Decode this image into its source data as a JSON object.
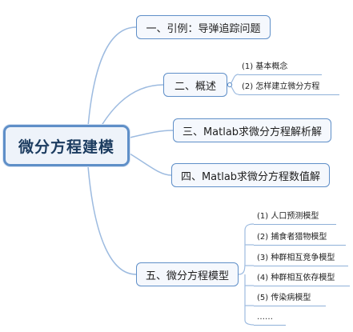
{
  "root": "微分方程建模",
  "topics": [
    {
      "label": "一、引例：导弹追踪问题",
      "children": []
    },
    {
      "label": "二、概述",
      "children": [
        "(1) 基本概念",
        "(2) 怎样建立微分方程"
      ]
    },
    {
      "label": "三、Matlab求微分方程解析解",
      "children": []
    },
    {
      "label": "四、Matlab求微分方程数值解",
      "children": []
    },
    {
      "label": "五、微分方程模型",
      "children": [
        "(1) 人口预测模型",
        "(2) 捕食者猎物模型",
        "(3) 种群相互竞争模型",
        "(4) 种群相互依存模型",
        "(5) 传染病模型",
        "……"
      ]
    }
  ],
  "colors": {
    "node_border": "#5f8fc8",
    "node_fill": "#f5f8fd",
    "root_fill": "#eef3fa",
    "connector": "#9dbbe0",
    "text": "#1e1e1e"
  }
}
